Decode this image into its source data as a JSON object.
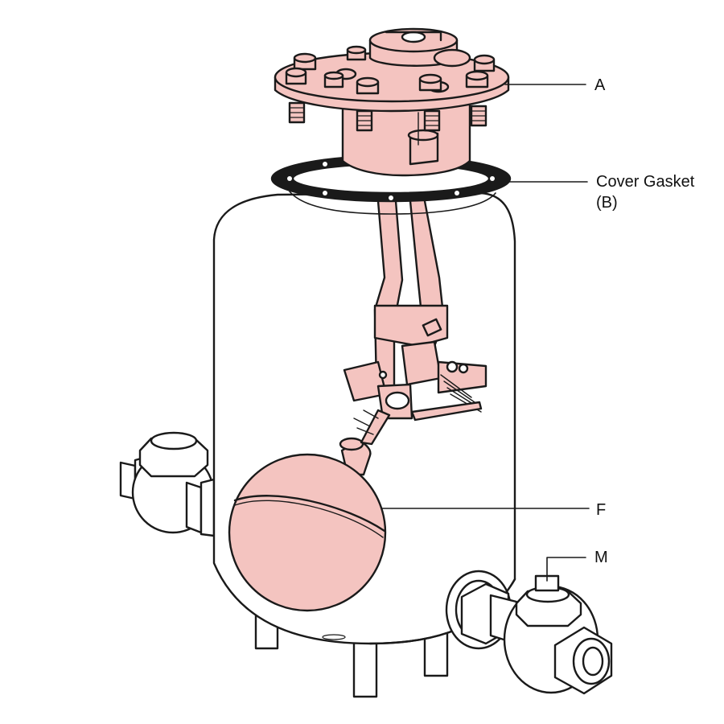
{
  "labels": {
    "a": "A",
    "b": "Cover Gasket (B)",
    "f": "F",
    "m": "M"
  },
  "colors": {
    "highlight": "#f4c4c0",
    "outline": "#1a1a1a",
    "gasket": "#1a1a1a",
    "body": "#ffffff"
  }
}
